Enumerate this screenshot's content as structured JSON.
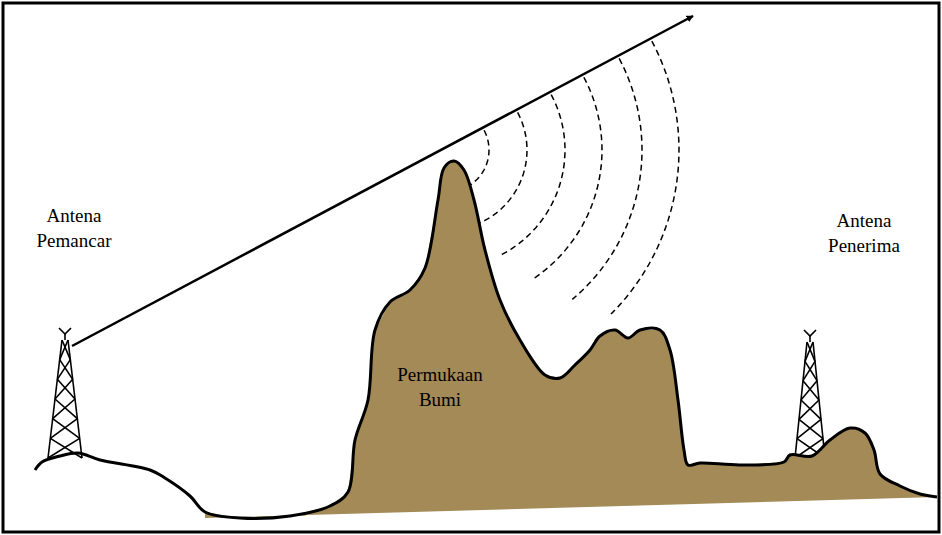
{
  "diagram": {
    "nodes": [
      {
        "text": [
          "Permukaan Bumi"
        ]
      }
    ],
    "labels": [
      "Antena Pemancar",
      "Antena Penerima"
    ]
  }
}
